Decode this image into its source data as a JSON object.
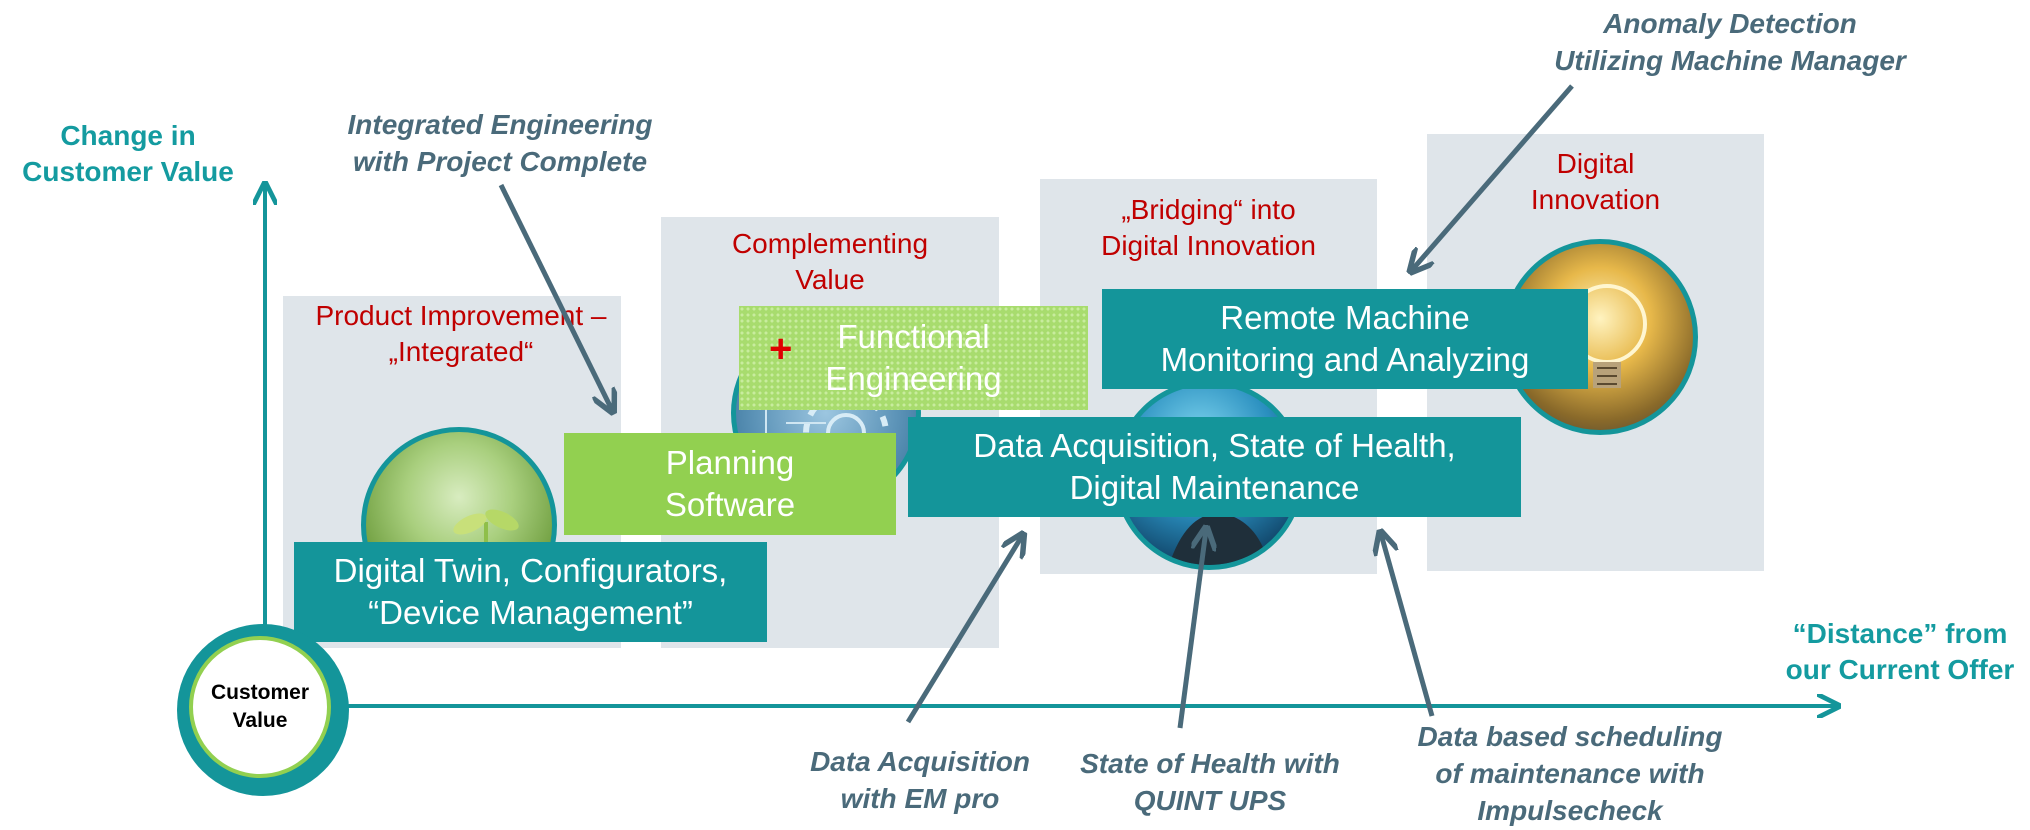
{
  "axes": {
    "y_label_line1": "Change in",
    "y_label_line2": "Customer Value",
    "x_label_line1": "“Distance” from",
    "x_label_line2": "our Current Offer",
    "origin_line1": "Customer",
    "origin_line2": "Value"
  },
  "stages": [
    {
      "title_line1": "Product Improvement –",
      "title_line2": "„Integrated“"
    },
    {
      "title_line1": "Complementing",
      "title_line2": "Value"
    },
    {
      "title_line1": "„Bridging“ into",
      "title_line2": "Digital Innovation"
    },
    {
      "title_line1": "Digital",
      "title_line2": "Innovation"
    }
  ],
  "boxes": {
    "digital_twin": {
      "line1": "Digital Twin, Configurators,",
      "line2": "“Device Management”"
    },
    "planning_software": {
      "line1": "Planning",
      "line2": "Software"
    },
    "functional_engineering": {
      "plus": "+",
      "line1": "Functional",
      "line2": "Engineering"
    },
    "data_acquisition": {
      "line1": "Data Acquisition, State of Health,",
      "line2": "Digital Maintenance"
    },
    "remote_monitoring": {
      "line1": "Remote Machine",
      "line2": "Monitoring and Analyzing"
    }
  },
  "annotations": {
    "integrated_engineering": {
      "line1": "Integrated Engineering",
      "line2": "with Project Complete"
    },
    "anomaly_detection": {
      "line1": "Anomaly Detection",
      "line2": "Utilizing Machine Manager"
    },
    "data_acquisition_em": {
      "line1": "Data Acquisition",
      "line2": "with EM pro"
    },
    "state_of_health": {
      "line1": "State of Health with",
      "line2": "QUINT UPS"
    },
    "data_scheduling": {
      "line1": "Data based scheduling",
      "line2": "of maintenance with",
      "line3": "Impulsecheck"
    }
  },
  "colors": {
    "teal": "#14959a",
    "green": "#92d050",
    "stage_title_red": "#c00000",
    "annotation_slate": "#4a6a7a",
    "panel_gray": "#dfe5ea"
  }
}
